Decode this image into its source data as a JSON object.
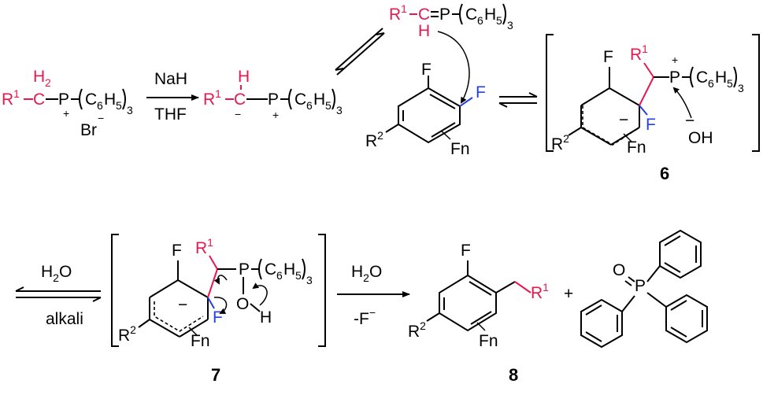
{
  "colors": {
    "alkyl": "#e8174f",
    "fluorine_attacked": "#2440e0",
    "default": "#000000"
  },
  "reagents": {
    "step1_top": "NaH",
    "step1_bottom": "THF",
    "step3_top": "H2O",
    "step3_bottom": "alkali",
    "step4_top": "H2O",
    "step4_bottom": "-F"
  },
  "labels": {
    "r1": "R",
    "r1_sup": "1",
    "r2": "R",
    "r2_sup": "2",
    "ph3": "(C6H5)3",
    "fn": "Fn",
    "f": "F",
    "p": "P",
    "c": "C",
    "h": "H",
    "h2": "H2",
    "br": "Br",
    "oh": "OH",
    "o": "O",
    "plus": "+",
    "minus": "−"
  },
  "compounds": {
    "c6": "6",
    "c7": "7",
    "c8": "8"
  }
}
